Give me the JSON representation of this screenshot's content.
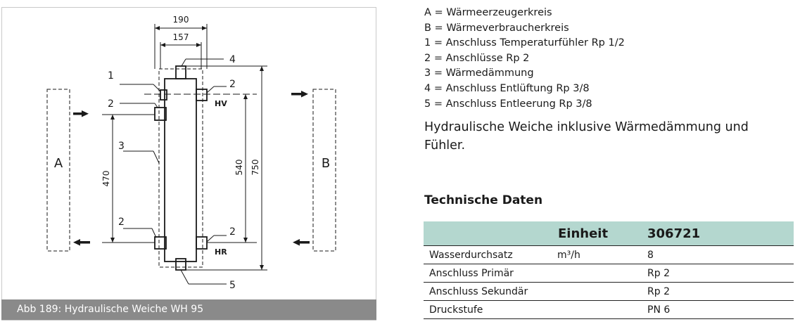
{
  "figure": {
    "caption": "Abb 189: Hydraulische Weiche WH 95",
    "labels": {
      "side_a": "A",
      "side_b": "B",
      "hv": "HV",
      "hr": "HR",
      "n1": "1",
      "n2_left_upper": "2",
      "n2_right_upper": "2",
      "n2_left_lower": "2",
      "n2_right_lower": "2",
      "n3": "3",
      "n4": "4",
      "n5": "5"
    },
    "dimensions": {
      "width_outer": "190",
      "width_inner": "157",
      "height_470": "470",
      "height_540": "540",
      "height_750": "750"
    }
  },
  "legend": [
    "A = Wärmeerzeugerkreis",
    "B = Wärmeverbraucherkreis",
    "1 = Anschluss Temperaturfühler Rp 1/2",
    "2 = Anschlüsse Rp 2",
    "3 = Wärmedämmung",
    "4 = Anschluss Entlüftung Rp 3/8",
    "5 = Anschluss Entleerung Rp 3/8"
  ],
  "description": "Hydraulische Weiche inklusive Wärmedämmung und Fühler.",
  "tech_heading": "Technische Daten",
  "table": {
    "header": [
      "",
      "Einheit",
      "306721"
    ],
    "rows": [
      [
        "Wasserdurchsatz",
        "m³/h",
        "8"
      ],
      [
        "Anschluss Primär",
        "",
        "Rp 2"
      ],
      [
        "Anschluss Sekundär",
        "",
        "Rp 2"
      ],
      [
        "Druckstufe",
        "",
        "PN 6"
      ]
    ]
  },
  "colors": {
    "table_header_bg": "#b4d7cf",
    "caption_bg": "#8a8a8a"
  }
}
